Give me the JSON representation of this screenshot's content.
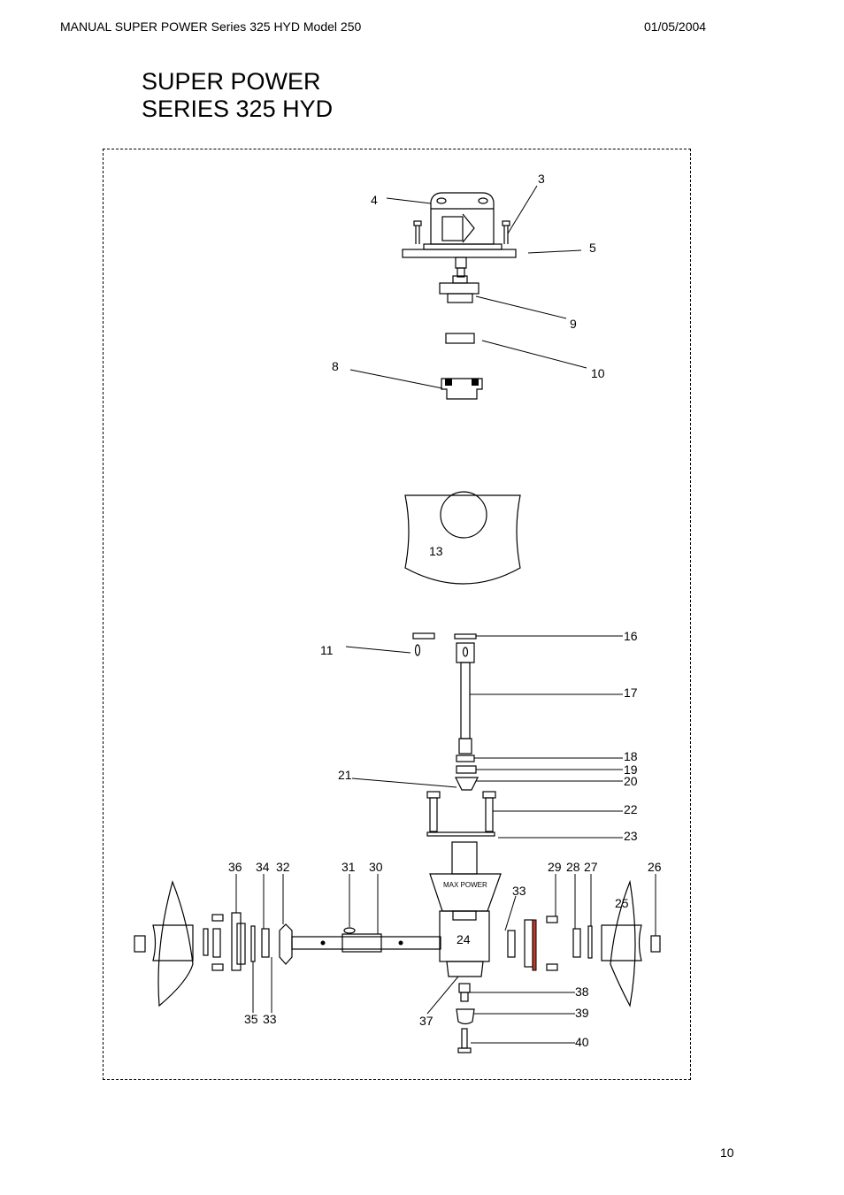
{
  "header": {
    "left": "MANUAL SUPER POWER Series 325 HYD  Model 250",
    "date": "01/05/2004"
  },
  "title": {
    "line1": "SUPER POWER",
    "line2": "SERIES 325 HYD"
  },
  "page_number": "10",
  "diagram": {
    "gearbox_label": "MAX POWER",
    "callouts": {
      "c3": "3",
      "c4": "4",
      "c5": "5",
      "c8": "8",
      "c9": "9",
      "c10": "10",
      "c11": "11",
      "c13": "13",
      "c16": "16",
      "c17": "17",
      "c18": "18",
      "c19": "19",
      "c20": "20",
      "c21": "21",
      "c22": "22",
      "c23": "23",
      "c24": "24",
      "c25": "25",
      "c26": "26",
      "c27": "27",
      "c28": "28",
      "c29": "29",
      "c30": "30",
      "c31": "31",
      "c32": "32",
      "c33a": "33",
      "c33b": "33",
      "c34": "34",
      "c35": "35",
      "c36": "36",
      "c37": "37",
      "c38": "38",
      "c39": "39",
      "c40": "40"
    }
  }
}
